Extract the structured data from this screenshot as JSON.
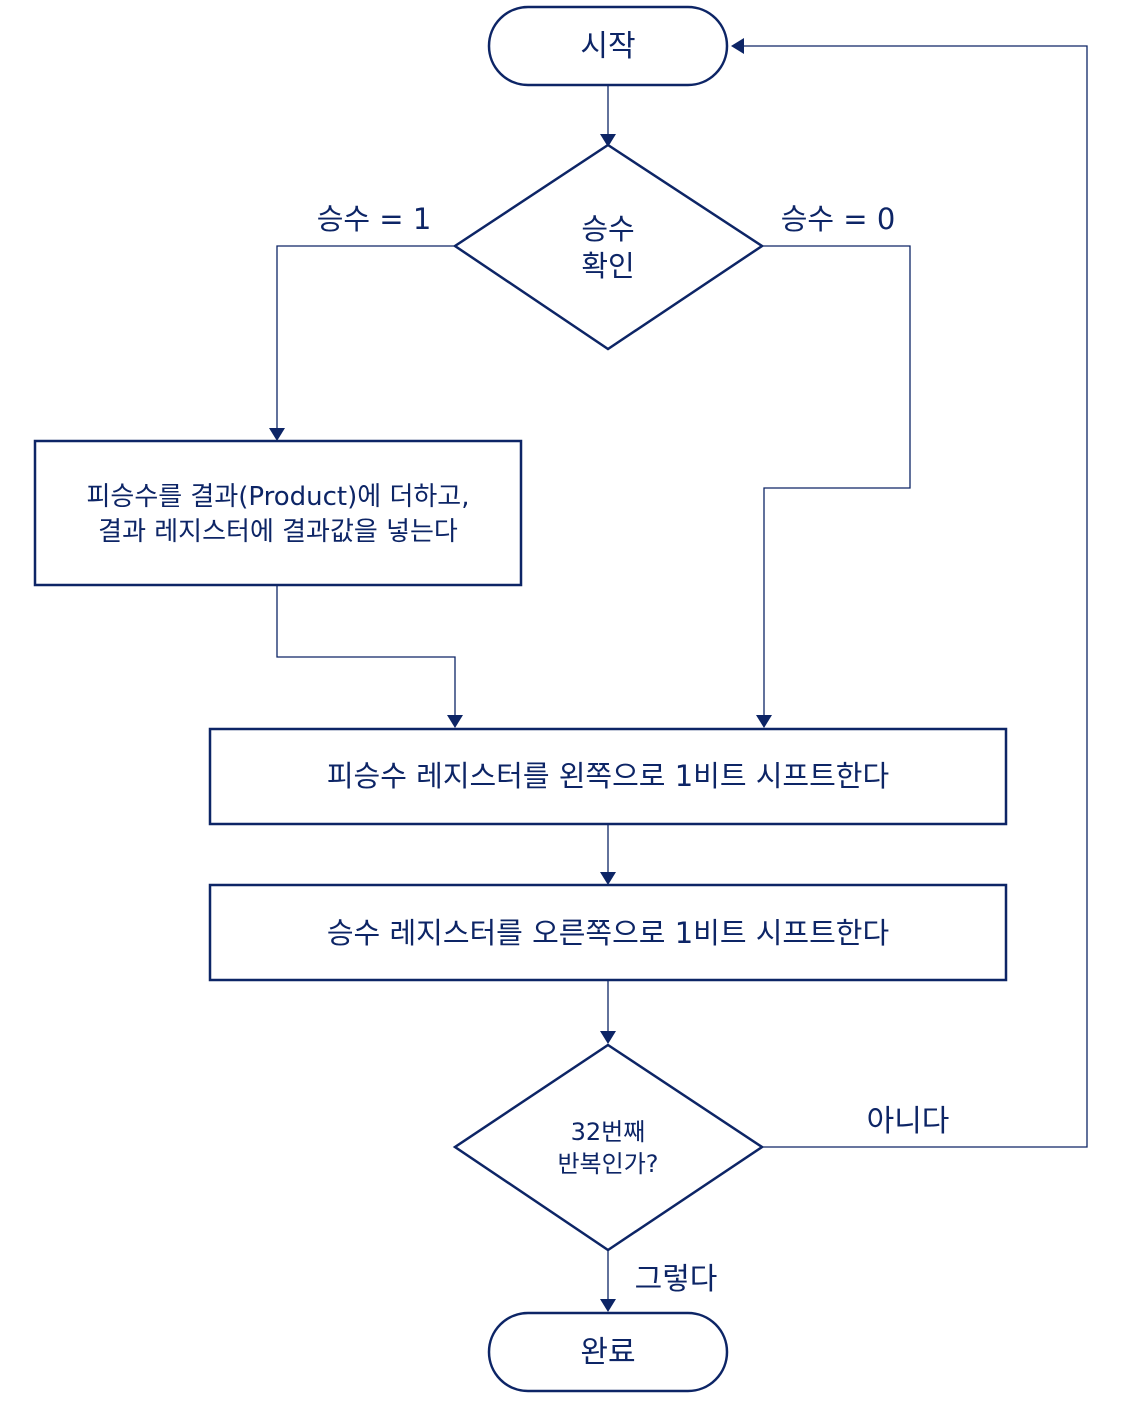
{
  "flowchart": {
    "start": "시작",
    "check_multiplier": [
      "승수",
      "확인"
    ],
    "branch_one": "승수 = 1",
    "branch_zero": "승수 = 0",
    "add_step": [
      "피승수를 결과(Product)에 더하고,",
      "결과 레지스터에 결과값을 넣는다"
    ],
    "shift_left": "피승수 레지스터를 왼쪽으로 1비트 시프트한다",
    "shift_right": "승수 레지스터를 오른쪽으로 1비트 시프트한다",
    "repeat_check": [
      "32번째",
      "반복인가?"
    ],
    "label_no": "아니다",
    "label_yes": "그렇다",
    "done": "완료"
  },
  "colors": {
    "stroke": "#0d2566",
    "text": "#0d2566",
    "background": "#ffffff"
  }
}
